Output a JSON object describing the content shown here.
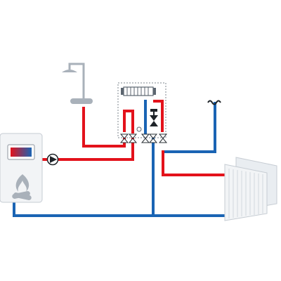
{
  "colors": {
    "supply": "#e3121b",
    "return": "#1a64b4",
    "device_fill": "#f2f4f6",
    "device_stroke": "#c6ccd3",
    "icon_gray": "#a9b1ba",
    "background": "#ffffff"
  },
  "components": [
    {
      "id": "boiler",
      "icon": "boiler-with-flame-icon"
    },
    {
      "id": "boiler_display",
      "icon": "control-display-icon"
    },
    {
      "id": "circulation_pump",
      "icon": "pump-icon"
    },
    {
      "id": "shower",
      "icon": "shower-head-icon"
    },
    {
      "id": "hydraulic_station",
      "icon": "heat-exchanger-station-icon"
    },
    {
      "id": "three_way_valve",
      "icon": "mixing-valve-icon"
    },
    {
      "id": "cold_water_inlet",
      "icon": "wavy-inlet-icon"
    },
    {
      "id": "radiator",
      "icon": "radiator-icon"
    }
  ]
}
